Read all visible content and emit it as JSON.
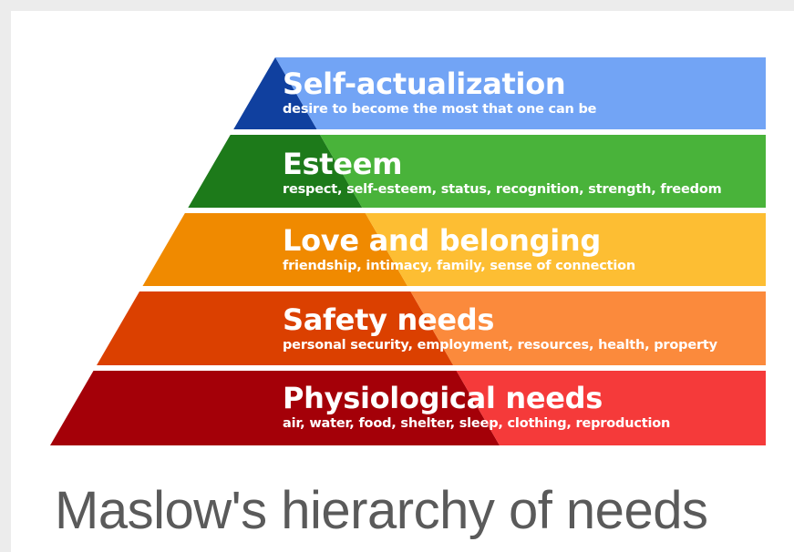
{
  "diagram": {
    "levels": [
      {
        "title": "Self-actualization",
        "description": "desire to become the most that one can be",
        "color_left": "#10409f",
        "color_right": "#72a4f5"
      },
      {
        "title": "Esteem",
        "description": "respect, self-esteem, status, recognition, strength, freedom",
        "color_left": "#1d7a1a",
        "color_right": "#49b33a"
      },
      {
        "title": "Love and belonging",
        "description": "friendship, intimacy, family, sense of connection",
        "color_left": "#f08a00",
        "color_right": "#fdbe33"
      },
      {
        "title": "Safety needs",
        "description": "personal security, employment, resources, health, property",
        "color_left": "#db4000",
        "color_right": "#fb8a3c"
      },
      {
        "title": "Physiological needs",
        "description": "air, water, food, shelter, sleep, clothing, reproduction",
        "color_left": "#a40008",
        "color_right": "#f53a3a"
      }
    ],
    "caption": "Maslow's hierarchy of needs"
  }
}
